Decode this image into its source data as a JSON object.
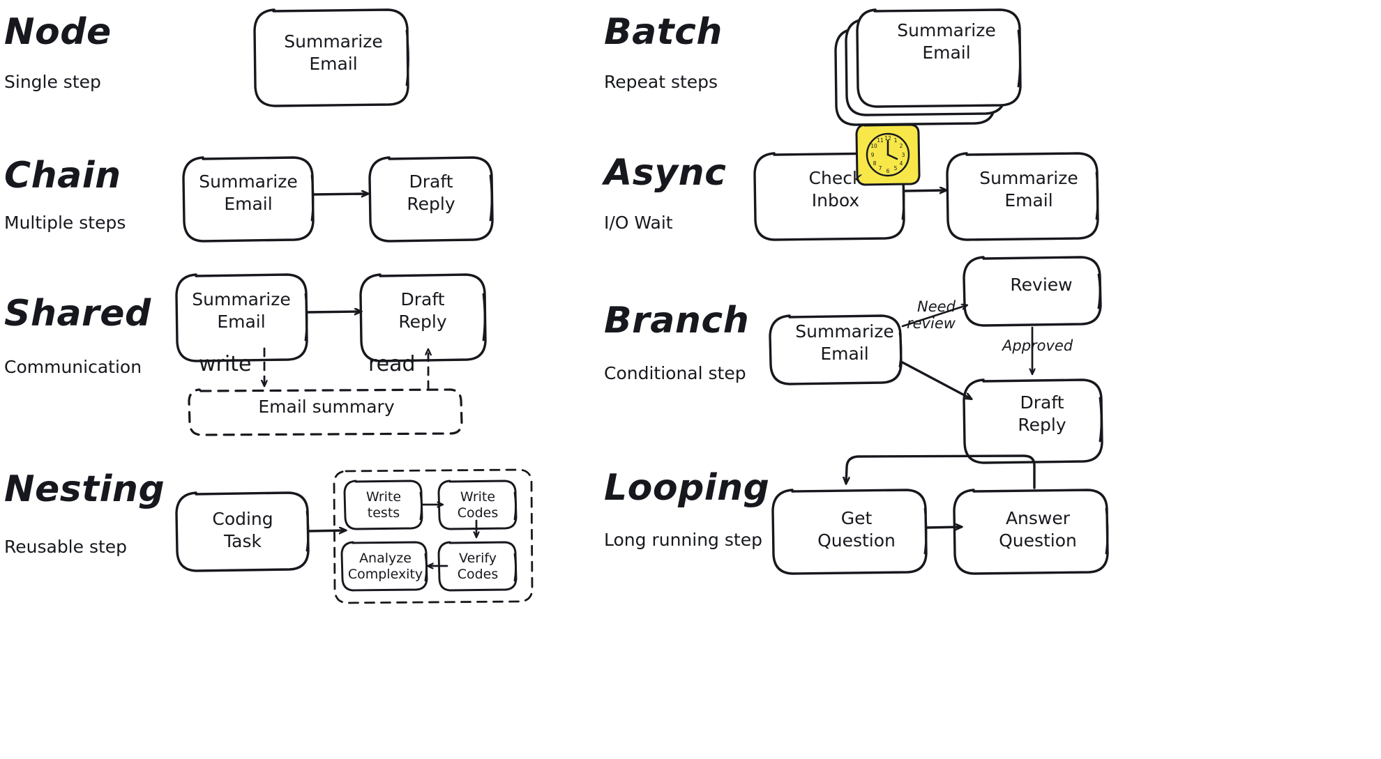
{
  "meta": {
    "background": "#ffffff",
    "ink": "#16181d",
    "accent_yellow": "#f7e749",
    "style": "hand-drawn whiteboard sketch"
  },
  "sections": [
    {
      "id": "node",
      "title": "Node",
      "subtitle": "Single step",
      "nodes": [
        {
          "id": "n1",
          "label_line1": "Summarize",
          "label_line2": "Email"
        }
      ]
    },
    {
      "id": "batch",
      "title": "Batch",
      "subtitle": "Repeat steps",
      "nodes": [
        {
          "id": "b1",
          "label_line1": "Summarize",
          "label_line2": "Email",
          "stacked": "3"
        }
      ]
    },
    {
      "id": "chain",
      "title": "Chain",
      "subtitle": "Multiple steps",
      "nodes": [
        {
          "id": "c1",
          "label_line1": "Summarize",
          "label_line2": "Email"
        },
        {
          "id": "c2",
          "label_line1": "Draft",
          "label_line2": "Reply"
        }
      ],
      "edges": [
        {
          "from": "c1",
          "to": "c2",
          "label": ""
        }
      ]
    },
    {
      "id": "async",
      "title": "Async",
      "subtitle": "I/O Wait",
      "nodes": [
        {
          "id": "a1",
          "label_line1": "Check",
          "label_line2": "Inbox"
        },
        {
          "id": "a2",
          "label_line1": "Summarize",
          "label_line2": "Email"
        }
      ],
      "edges": [
        {
          "from": "a1",
          "to": "a2",
          "label": ""
        }
      ],
      "badge": {
        "icon": "clock-icon",
        "color": "#f7e749"
      }
    },
    {
      "id": "shared",
      "title": "Shared",
      "subtitle": "Communication",
      "nodes": [
        {
          "id": "s1",
          "label_line1": "Summarize",
          "label_line2": "Email"
        },
        {
          "id": "s2",
          "label_line1": "Draft",
          "label_line2": "Reply"
        },
        {
          "id": "store",
          "label_line1": "Email summary",
          "dashed": "true"
        }
      ],
      "edges": [
        {
          "from": "s1",
          "to": "s2",
          "label": ""
        },
        {
          "from": "s1",
          "to": "store",
          "label": "write",
          "dashed": "true"
        },
        {
          "from": "store",
          "to": "s2",
          "label": "read",
          "dashed": "true"
        }
      ]
    },
    {
      "id": "branch",
      "title": "Branch",
      "subtitle": "Conditional step",
      "nodes": [
        {
          "id": "br1",
          "label_line1": "Summarize",
          "label_line2": "Email"
        },
        {
          "id": "br2",
          "label_line1": "Review"
        },
        {
          "id": "br3",
          "label_line1": "Draft",
          "label_line2": "Reply"
        }
      ],
      "edges": [
        {
          "from": "br1",
          "to": "br2",
          "label_line1": "Need",
          "label_line2": "review"
        },
        {
          "from": "br2",
          "to": "br3",
          "label": "Approved"
        },
        {
          "from": "br1",
          "to": "br3",
          "label": ""
        }
      ]
    },
    {
      "id": "nesting",
      "title": "Nesting",
      "subtitle": "Reusable step",
      "nodes": [
        {
          "id": "ns0",
          "label_line1": "Coding",
          "label_line2": "Task"
        },
        {
          "id": "ns1",
          "label_line1": "Write",
          "label_line2": "tests"
        },
        {
          "id": "ns2",
          "label_line1": "Write",
          "label_line2": "Codes"
        },
        {
          "id": "ns3",
          "label_line1": "Verify",
          "label_line2": "Codes"
        },
        {
          "id": "ns4",
          "label_line1": "Analyze",
          "label_line2": "Complexity"
        }
      ],
      "edges": [
        {
          "from": "ns0",
          "to": "ns1",
          "label": ""
        },
        {
          "from": "ns1",
          "to": "ns2",
          "label": ""
        },
        {
          "from": "ns2",
          "to": "ns3",
          "label": ""
        },
        {
          "from": "ns3",
          "to": "ns4",
          "label": ""
        }
      ],
      "container": {
        "dashed": "true"
      }
    },
    {
      "id": "looping",
      "title": "Looping",
      "subtitle": "Long running step",
      "nodes": [
        {
          "id": "lp1",
          "label_line1": "Get",
          "label_line2": "Question"
        },
        {
          "id": "lp2",
          "label_line1": "Answer",
          "label_line2": "Question"
        }
      ],
      "edges": [
        {
          "from": "lp1",
          "to": "lp2",
          "label": ""
        },
        {
          "from": "lp2",
          "to": "lp1",
          "label": "",
          "loopback": "true"
        }
      ]
    }
  ]
}
